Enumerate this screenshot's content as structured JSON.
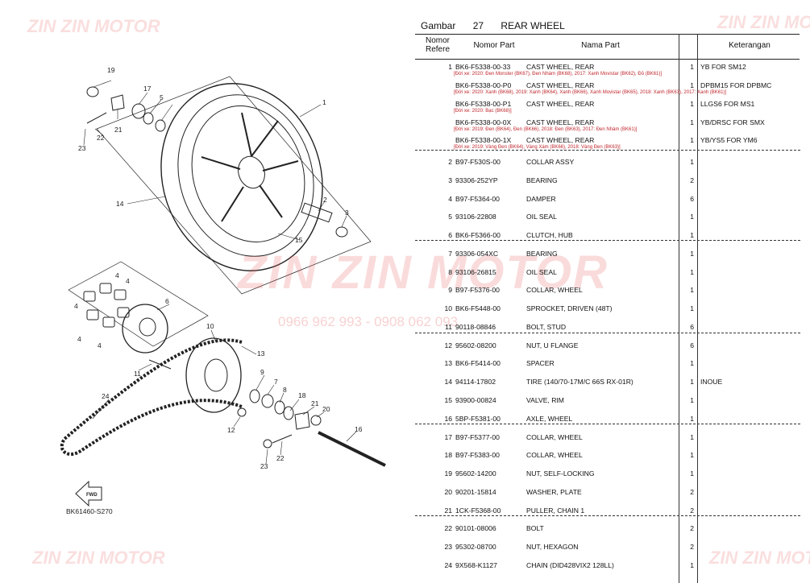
{
  "page": {
    "title_prefix": "Gambar",
    "fig_no": "27",
    "title": "REAR WHEEL"
  },
  "header": {
    "ref": "Nomor\nRefere",
    "part_no": "Nomor Part",
    "part_name": "Nama Part",
    "remarks": "Keterangan"
  },
  "diagram": {
    "code": "BK61460-S270",
    "fwd": "FWD",
    "callouts": [
      "1",
      "2",
      "3",
      "4",
      "4",
      "4",
      "4",
      "4",
      "5",
      "6",
      "7",
      "8",
      "9",
      "10",
      "11",
      "12",
      "13",
      "14",
      "15",
      "16",
      "17",
      "18",
      "19",
      "20",
      "21",
      "21",
      "22",
      "22",
      "23",
      "23",
      "24"
    ]
  },
  "watermark": {
    "brand": "ZIN ZIN MOTOR",
    "phone": "0966 962 993 - 0908 062 093"
  },
  "parts": [
    {
      "ref": "1",
      "part_no": "BK6-F5338-00-33",
      "name": "CAST WHEEL, REAR",
      "qty": "1",
      "remark": "YB FOR SM12",
      "note": "[Đời xe: 2020: Đen Monster (BK67), Đen Nhám (BK68), 2017: Xanh Movistar (BK62), Đỏ (BK61)]"
    },
    {
      "ref": "",
      "part_no": "BK6-F5338-00-P0",
      "name": "CAST WHEEL, REAR",
      "qty": "1",
      "remark": "DPBM15 FOR DPBMC",
      "note": "[Đời xe: 2020: Xanh (BK68), 2019: Xanh (BK64), Xanh (BK66), Xanh Movistar (BK65), 2018: Xanh (BK63), 2017: Xanh (BK61)]"
    },
    {
      "ref": "",
      "part_no": "BK6-F5338-00-P1",
      "name": "CAST WHEEL, REAR",
      "qty": "1",
      "remark": "LLGS6 FOR MS1",
      "note": "[Đời xe: 2020: Bạc (BK68)]"
    },
    {
      "ref": "",
      "part_no": "BK6-F5338-00-0X",
      "name": "CAST WHEEL, REAR",
      "qty": "1",
      "remark": "YB/DRSC FOR SMX",
      "note": "[Đời xe: 2019: Đen (BK64), Đen (BK66), 2018: Đen (BK63), 2017: Đen Nhám (BK61)]"
    },
    {
      "ref": "",
      "part_no": "BK6-F5338-00-1X",
      "name": "CAST WHEEL, REAR",
      "qty": "1",
      "remark": "YB/YS5 FOR YM6",
      "note": "[Đời xe: 2019: Vàng Đen (BK64), Vàng Xám (BK66), 2018: Vàng Đen (BK63)]"
    },
    {
      "ref": "2",
      "part_no": "B97-F530S-00",
      "name": "COLLAR ASSY",
      "qty": "1",
      "remark": "",
      "note": ""
    },
    {
      "ref": "3",
      "part_no": "93306-252YP",
      "name": "BEARING",
      "qty": "2",
      "remark": "",
      "note": ""
    },
    {
      "ref": "4",
      "part_no": "B97-F5364-00",
      "name": "DAMPER",
      "qty": "6",
      "remark": "",
      "note": ""
    },
    {
      "ref": "5",
      "part_no": "93106-22808",
      "name": "OIL SEAL",
      "qty": "1",
      "remark": "",
      "note": ""
    },
    {
      "ref": "6",
      "part_no": "BK6-F5366-00",
      "name": "CLUTCH, HUB",
      "qty": "1",
      "remark": "",
      "note": ""
    },
    {
      "ref": "7",
      "part_no": "93306-054XC",
      "name": "BEARING",
      "qty": "1",
      "remark": "",
      "note": ""
    },
    {
      "ref": "8",
      "part_no": "93106-26815",
      "name": "OIL SEAL",
      "qty": "1",
      "remark": "",
      "note": ""
    },
    {
      "ref": "9",
      "part_no": "B97-F5376-00",
      "name": "COLLAR, WHEEL",
      "qty": "1",
      "remark": "",
      "note": ""
    },
    {
      "ref": "10",
      "part_no": "BK6-F5448-00",
      "name": "SPROCKET, DRIVEN (48T)",
      "qty": "1",
      "remark": "",
      "note": ""
    },
    {
      "ref": "11",
      "part_no": "90118-08846",
      "name": "BOLT, STUD",
      "qty": "6",
      "remark": "",
      "note": ""
    },
    {
      "ref": "12",
      "part_no": "95602-08200",
      "name": "NUT, U FLANGE",
      "qty": "6",
      "remark": "",
      "note": ""
    },
    {
      "ref": "13",
      "part_no": "BK6-F5414-00",
      "name": "SPACER",
      "qty": "1",
      "remark": "",
      "note": ""
    },
    {
      "ref": "14",
      "part_no": "94114-17802",
      "name": "TIRE (140/70-17M/C 66S RX-01R)",
      "qty": "1",
      "remark": "INOUE",
      "note": ""
    },
    {
      "ref": "15",
      "part_no": "93900-00824",
      "name": "VALVE, RIM",
      "qty": "1",
      "remark": "",
      "note": ""
    },
    {
      "ref": "16",
      "part_no": "5BP-F5381-00",
      "name": "AXLE, WHEEL",
      "qty": "1",
      "remark": "",
      "note": ""
    },
    {
      "ref": "17",
      "part_no": "B97-F5377-00",
      "name": "COLLAR, WHEEL",
      "qty": "1",
      "remark": "",
      "note": ""
    },
    {
      "ref": "18",
      "part_no": "B97-F5383-00",
      "name": "COLLAR, WHEEL",
      "qty": "1",
      "remark": "",
      "note": ""
    },
    {
      "ref": "19",
      "part_no": "95602-14200",
      "name": "NUT, SELF-LOCKING",
      "qty": "1",
      "remark": "",
      "note": ""
    },
    {
      "ref": "20",
      "part_no": "90201-15814",
      "name": "WASHER, PLATE",
      "qty": "2",
      "remark": "",
      "note": ""
    },
    {
      "ref": "21",
      "part_no": "1CK-F5368-00",
      "name": "PULLER, CHAIN 1",
      "qty": "2",
      "remark": "",
      "note": ""
    },
    {
      "ref": "22",
      "part_no": "90101-08006",
      "name": "BOLT",
      "qty": "2",
      "remark": "",
      "note": ""
    },
    {
      "ref": "23",
      "part_no": "95302-08700",
      "name": "NUT, HEXAGON",
      "qty": "2",
      "remark": "",
      "note": ""
    },
    {
      "ref": "24",
      "part_no": "9X568-K1127",
      "name": "CHAIN (DID428VIX2 128LL)",
      "qty": "1",
      "remark": "",
      "note": ""
    }
  ]
}
